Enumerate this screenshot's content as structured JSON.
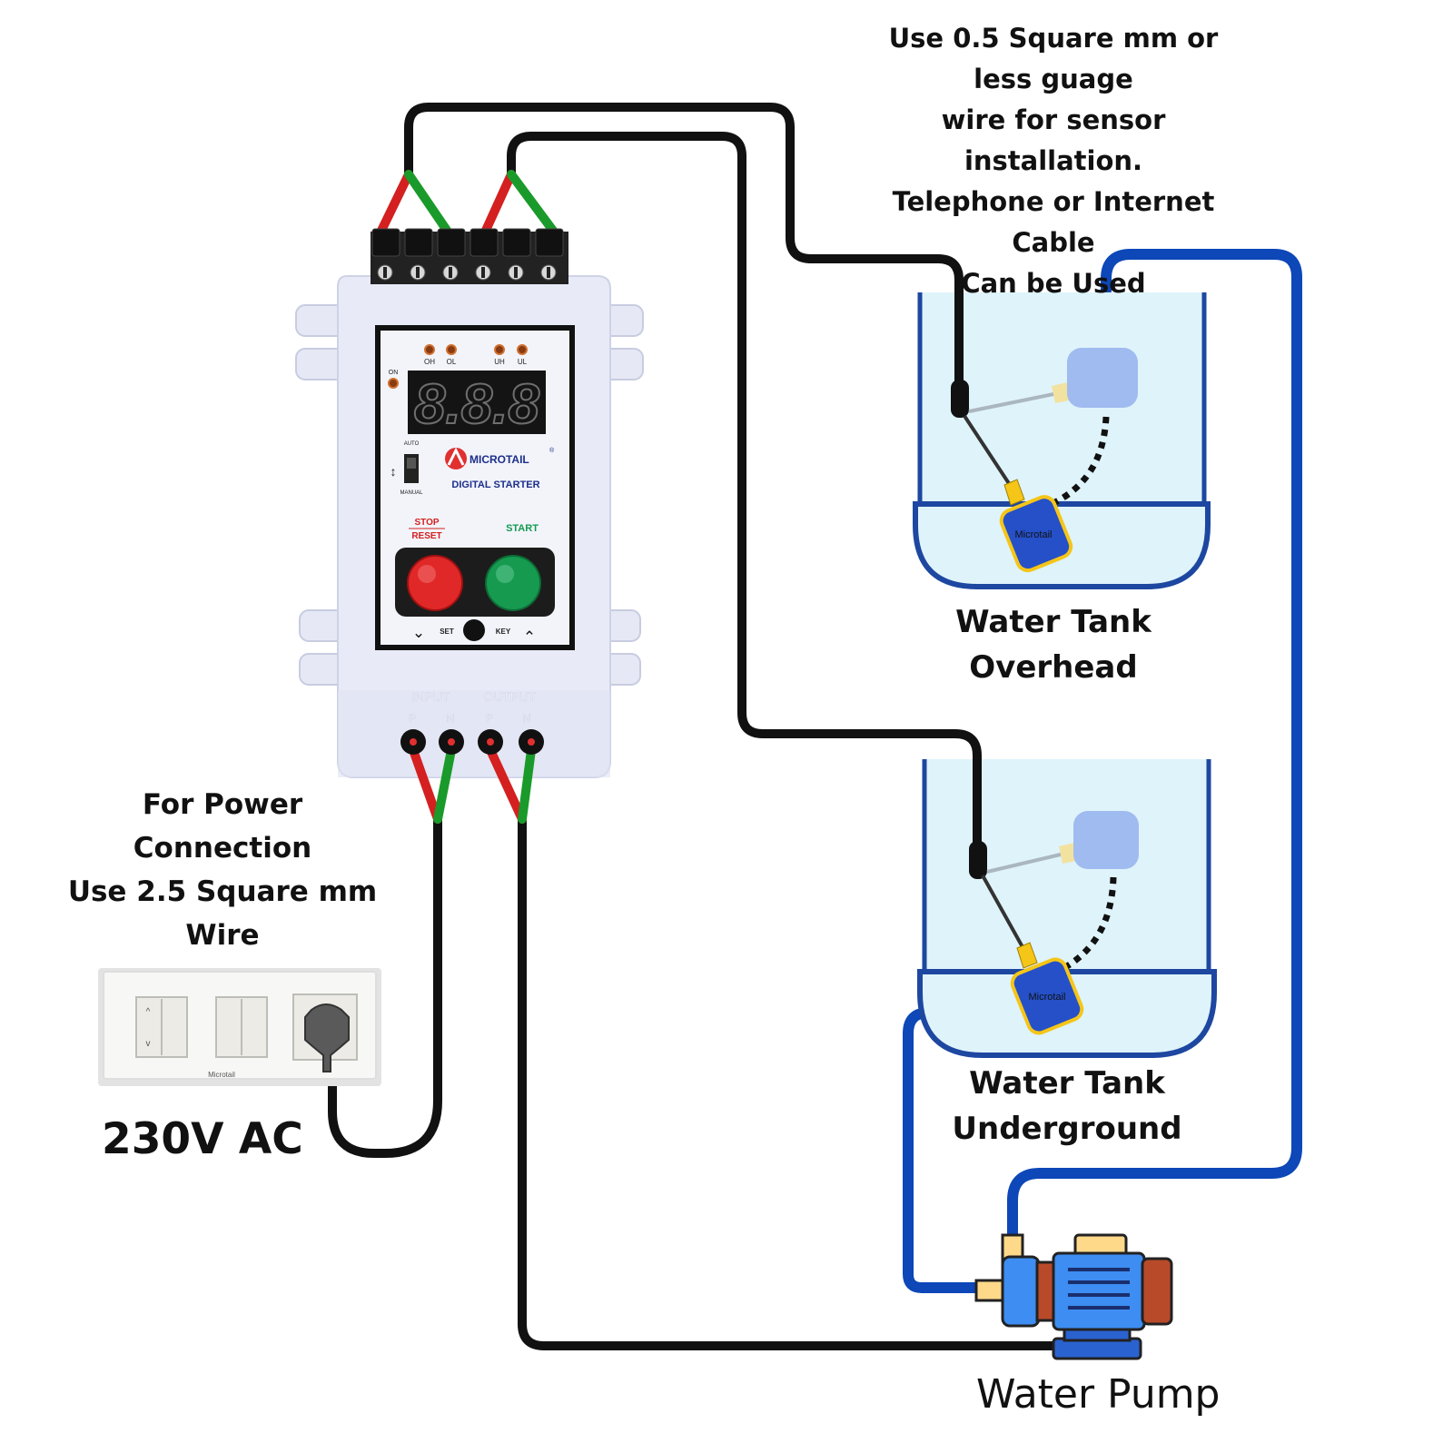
{
  "notes": {
    "sensor_wire": [
      "Use 0.5 Square mm or",
      "less guage",
      "wire for sensor installation.",
      "Telephone or Internet Cable",
      "Can be Used"
    ],
    "power_wire": [
      "For Power",
      "Connection",
      "Use 2.5 Square mm",
      "Wire"
    ]
  },
  "tanks": {
    "overhead": [
      "Water Tank",
      "Overhead"
    ],
    "underground": [
      "Water Tank",
      "Underground"
    ],
    "float_brand": "Microtail"
  },
  "socket": {
    "voltage": "230V AC",
    "brand": "Microtail"
  },
  "pump": {
    "label": "Water Pump"
  },
  "starter": {
    "brand": "MICROTAIL",
    "registered": "®",
    "product": "DIGITAL STARTER",
    "display": "8.8.8",
    "leds": [
      "OH",
      "OL",
      "UH",
      "UL"
    ],
    "on_led": "ON",
    "mode_auto": "AUTO",
    "mode_manual": "MANUAL",
    "stop_label": "STOP",
    "reset_label": "RESET",
    "start_label": "START",
    "set_label": "SET",
    "key_label": "KEY",
    "input_label": "INPUT",
    "output_label": "OUTPUT",
    "terminal_p": "P",
    "terminal_n": "N"
  },
  "colors": {
    "wire_black": "#111111",
    "wire_red": "#d42020",
    "wire_green": "#1a9a2a",
    "pipe_blue": "#0d47b8",
    "water": "#dff3fa",
    "tank_outline": "#1d47a0",
    "housing": "#e8ebf7",
    "stop_button": "#e02828",
    "start_button": "#169a50",
    "float_blue": "#2550c8",
    "float_yellow": "#f5c518"
  }
}
